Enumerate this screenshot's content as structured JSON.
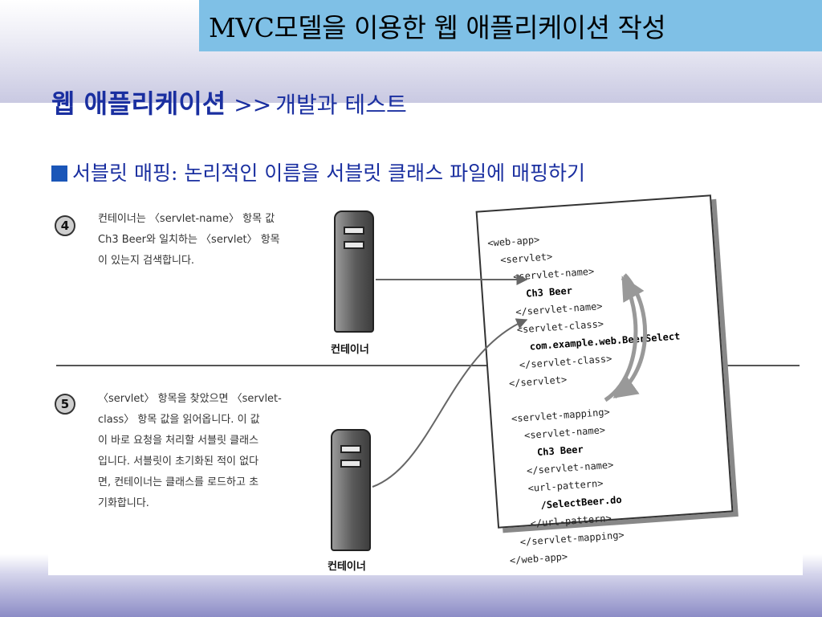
{
  "slide_title": "MVC모델을 이용한 웹 애플리케이션 작성",
  "section": {
    "main": "웹 애플리케이션",
    "separator": ">>",
    "sub": "개발과 테스트"
  },
  "bullet": "서블릿 매핑: 논리적인 이름을 서블릿 클래스 파일에 매핑하기",
  "figure": {
    "step4": {
      "number": "4",
      "lines": [
        "컨테이너는 〈servlet-name〉 항목 값",
        "Ch3 Beer와 일치하는 〈servlet〉 항목",
        "이 있는지 검색합니다."
      ]
    },
    "step5": {
      "number": "5",
      "lines": [
        "〈servlet〉 항목을 찾았으면 〈servlet-",
        "class〉 항목 값을 읽어옵니다. 이 값",
        "이 바로 요청을 처리할 서블릿 클래스",
        "입니다. 서블릿이 초기화된 적이 없다",
        "면, 컨테이너는 클래스를 로드하고 초",
        "기화합니다."
      ]
    },
    "container_label_top": "컨테이너",
    "container_label_bottom": "컨테이너",
    "xml_lines": [
      {
        "indent": 0,
        "text": "<web-app>",
        "bold": false
      },
      {
        "indent": 1,
        "text": "<servlet>",
        "bold": false
      },
      {
        "indent": 2,
        "text": "<servlet-name>",
        "bold": false
      },
      {
        "indent": 3,
        "text": "Ch3 Beer",
        "bold": true
      },
      {
        "indent": 2,
        "text": "</servlet-name>",
        "bold": false
      },
      {
        "indent": 2,
        "text": "<servlet-class>",
        "bold": false
      },
      {
        "indent": 3,
        "text": "com.example.web.BeerSelect",
        "bold": true
      },
      {
        "indent": 2,
        "text": "</servlet-class>",
        "bold": false
      },
      {
        "indent": 1,
        "text": "</servlet>",
        "bold": false
      },
      {
        "indent": 0,
        "text": "",
        "bold": false
      },
      {
        "indent": 1,
        "text": "<servlet-mapping>",
        "bold": false
      },
      {
        "indent": 2,
        "text": "<servlet-name>",
        "bold": false
      },
      {
        "indent": 3,
        "text": "Ch3 Beer",
        "bold": true
      },
      {
        "indent": 2,
        "text": "</servlet-name>",
        "bold": false
      },
      {
        "indent": 2,
        "text": "<url-pattern>",
        "bold": false
      },
      {
        "indent": 3,
        "text": "/SelectBeer.do",
        "bold": true
      },
      {
        "indent": 2,
        "text": "</url-pattern>",
        "bold": false
      },
      {
        "indent": 1,
        "text": "</servlet-mapping>",
        "bold": false
      },
      {
        "indent": 0,
        "text": "</web-app>",
        "bold": false
      }
    ]
  },
  "colors": {
    "title_bar": "#7fc0e6",
    "heading_text": "#1a2fa0",
    "bullet_square": "#1a56b8"
  }
}
